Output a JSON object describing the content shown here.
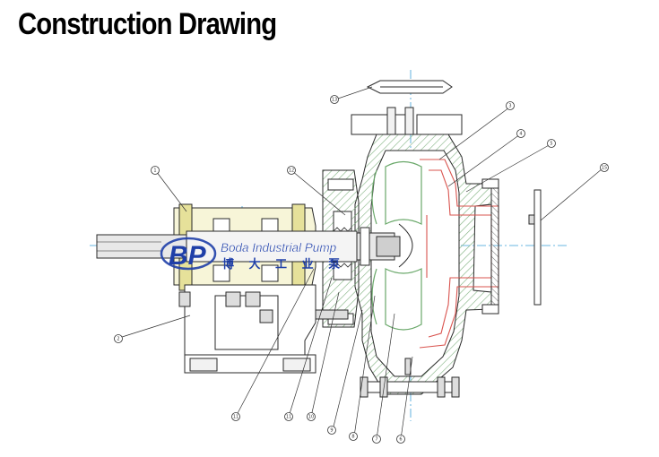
{
  "page": {
    "title": "Construction Drawing"
  },
  "logo": {
    "mark": "BP",
    "company": "Boda Industrial Pump",
    "chinese": "博 大 工 业 泵",
    "color": "#1f3fa8"
  },
  "colors": {
    "line": "#2a2a2a",
    "shaft_fill": "#e8e8e8",
    "casing_hatch": "#7fb07f",
    "liner_red": "#d9544f",
    "frame_yellow": "#e6e19a",
    "center_line": "#3aa0d8"
  },
  "callouts": [
    {
      "id": "c13",
      "label": "13"
    },
    {
      "id": "c3",
      "label": "3"
    },
    {
      "id": "c4",
      "label": "4"
    },
    {
      "id": "c5",
      "label": "5"
    },
    {
      "id": "c15",
      "label": "15"
    },
    {
      "id": "c1",
      "label": "1"
    },
    {
      "id": "c12",
      "label": "12"
    },
    {
      "id": "c2",
      "label": "2"
    },
    {
      "id": "c11",
      "label": "11"
    },
    {
      "id": "c11b",
      "label": "11"
    },
    {
      "id": "c10",
      "label": "10"
    },
    {
      "id": "c9",
      "label": "9"
    },
    {
      "id": "c8",
      "label": "8"
    },
    {
      "id": "c7",
      "label": "7"
    },
    {
      "id": "c6",
      "label": "6"
    }
  ]
}
